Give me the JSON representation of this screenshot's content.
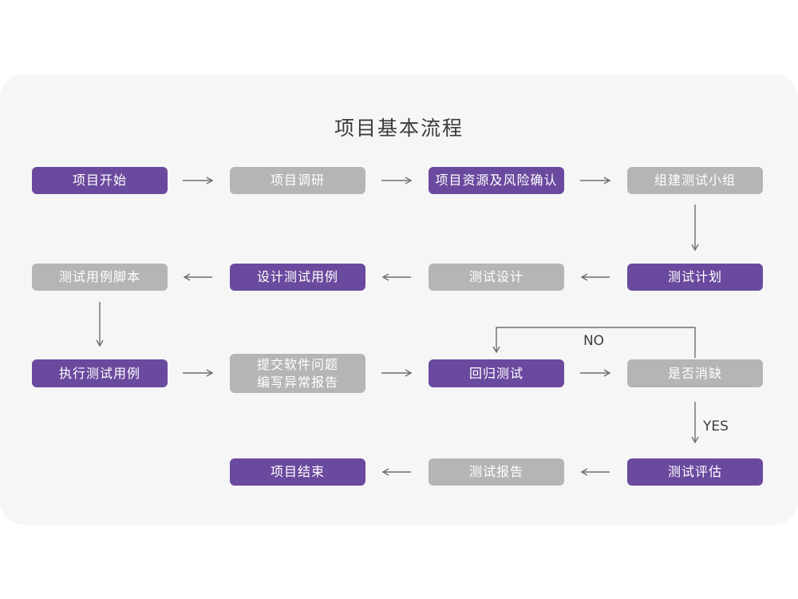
{
  "title": "项目基本流程",
  "nodes": [
    {
      "id": "project-start",
      "label": "项目开始",
      "type": "purple"
    },
    {
      "id": "project-research",
      "label": "项目调研",
      "type": "gray"
    },
    {
      "id": "resource-risk",
      "label": "项目资源及风险确认",
      "type": "purple"
    },
    {
      "id": "build-test-team",
      "label": "组建测试小组",
      "type": "gray"
    },
    {
      "id": "test-plan",
      "label": "测试计划",
      "type": "purple"
    },
    {
      "id": "test-design",
      "label": "测试设计",
      "type": "gray"
    },
    {
      "id": "design-test-case",
      "label": "设计测试用例",
      "type": "purple"
    },
    {
      "id": "test-case-script",
      "label": "测试用例脚本",
      "type": "gray"
    },
    {
      "id": "execute-test-case",
      "label": "执行测试用例",
      "type": "purple"
    },
    {
      "id": "submit-issue",
      "label": "提交软件问题",
      "label2": "编写异常报告",
      "type": "gray"
    },
    {
      "id": "regression-test",
      "label": "回归测试",
      "type": "purple"
    },
    {
      "id": "defect-cleared",
      "label": "是否消缺",
      "type": "gray"
    },
    {
      "id": "test-evaluate",
      "label": "测试评估",
      "type": "purple"
    },
    {
      "id": "test-report",
      "label": "测试报告",
      "type": "gray"
    },
    {
      "id": "project-end",
      "label": "项目结束",
      "type": "purple"
    }
  ],
  "edge_labels": {
    "no": "NO",
    "yes": "YES"
  },
  "colors": {
    "node_purple": "#6a4a9e",
    "node_gray": "#b5b5b5",
    "card_background": "#f6f6f7",
    "page_background": "#ffffff",
    "line": "#6e6e6e",
    "title_text": "#3b3b3b",
    "node_text": "#ffffff"
  }
}
